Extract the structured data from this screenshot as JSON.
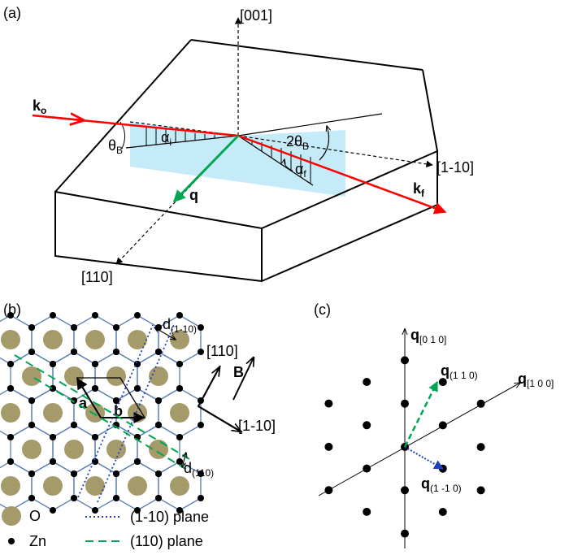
{
  "panel_a": {
    "panel_label": "(a)",
    "axes": {
      "up": "[001]",
      "right": "[1-10]",
      "down": "[110]"
    },
    "k_in": {
      "main": "k",
      "sub": "o"
    },
    "k_out": {
      "main": "k",
      "sub": "f"
    },
    "q": "q",
    "theta_b": {
      "main": "θ",
      "sub": "B"
    },
    "alpha_i": {
      "main": "α",
      "sub": "i"
    },
    "two_theta_b": {
      "main": "2θ",
      "sub": "B"
    },
    "alpha_f": {
      "main": "α",
      "sub": "f"
    },
    "colors": {
      "beam": "#ff0000",
      "q_vector": "#00a651",
      "scatter_plane": "#c6ebf8",
      "box": "#000000"
    }
  },
  "panel_b": {
    "panel_label": "(b)",
    "d_1m10": {
      "main": "d",
      "sub": "(1-10)"
    },
    "d_110": {
      "main": "d",
      "sub": "(110)"
    },
    "vec_a": "a",
    "vec_b": "b",
    "dir_110": "[110]",
    "dir_1m10": "[1-10]",
    "field": "B",
    "legend": {
      "o_atom": "O",
      "zn_atom": "Zn",
      "plane_1m10": "(1-10) plane",
      "plane_110": "(110) plane"
    },
    "colors": {
      "o_atom": "#a59a6a",
      "zn_atom": "#000000",
      "bond": "#5b7fb5",
      "plane_1m10": "#1f3fbf",
      "plane_110": "#00a651"
    }
  },
  "panel_c": {
    "panel_label": "(c)",
    "q010": {
      "main": "q",
      "sub": "[0 1 0]"
    },
    "q100": {
      "main": "q",
      "sub": "[1 0 0]"
    },
    "q110": {
      "main": "q",
      "sub": "(1 1 0)"
    },
    "q1m10": {
      "main": "q",
      "sub": "(1 -1 0)"
    },
    "colors": {
      "q110_arrow": "#00a651",
      "q1m10_arrow": "#1f3fbf"
    }
  }
}
